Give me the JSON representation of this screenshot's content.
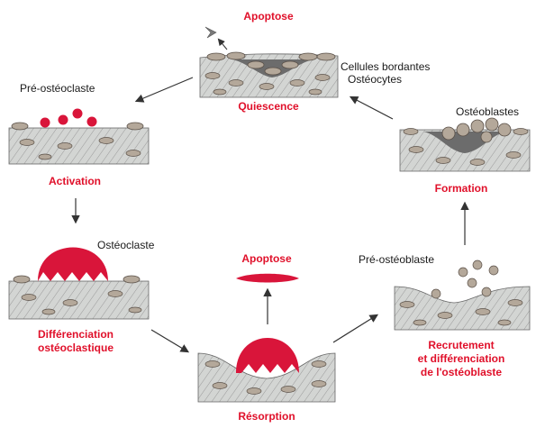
{
  "colors": {
    "osteoclast_red": "#d9153a",
    "stage_label_red": "#e0102a",
    "bone_grey": "#c9ccc9",
    "cell_fill": "#b4a89a",
    "cell_outline": "#5a5048",
    "hatch": "#8f8f8f",
    "dark_fill": "#6c6c6c",
    "arrow": "#333333"
  },
  "top": {
    "apoptose_label": "Apoptose",
    "cells_label_line1": "Cellules bordantes",
    "cells_label_line2": "Ostéocytes",
    "quiescence_label": "Quiescence"
  },
  "left": {
    "pre_osteoclaste_label": "Pré-ostéoclaste",
    "activation_label": "Activation",
    "osteoclaste_label": "Ostéoclaste",
    "differenciation_line1": "Différenciation",
    "differenciation_line2": "ostéoclastique"
  },
  "bottom": {
    "apoptose_label": "Apoptose",
    "resorption_label": "Résorption"
  },
  "right": {
    "osteoblastes_label": "Ostéoblastes",
    "formation_label": "Formation",
    "pre_osteoblaste_label": "Pré-ostéoblaste",
    "recrutement_line1": "Recrutement",
    "recrutement_line2": "et différenciation",
    "recrutement_line3": "de l'ostéoblaste"
  }
}
